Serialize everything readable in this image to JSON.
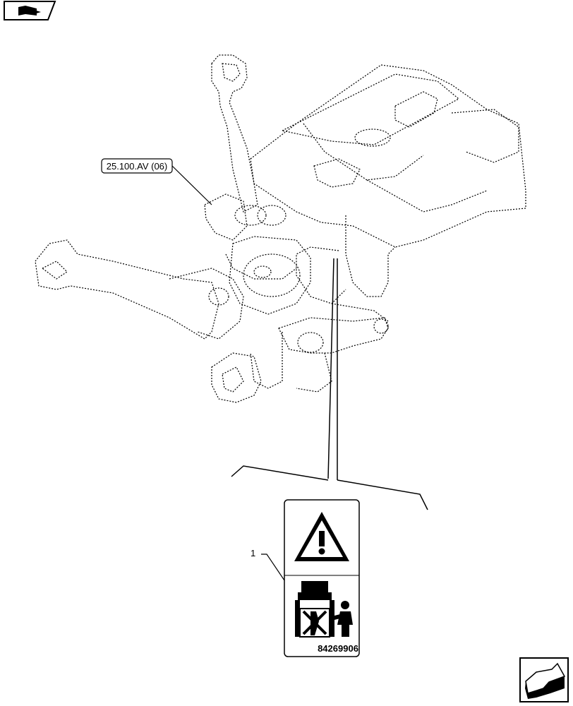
{
  "reference_label": "25.100.AV (06)",
  "callout_number": "1",
  "decal_part_number": "84269906",
  "icons": {
    "top_left": "book-arrow-icon",
    "bottom_right": "next-page-arrow-icon",
    "decal_top": "warning-triangle-icon",
    "decal_bottom": "crush-hazard-icon"
  }
}
